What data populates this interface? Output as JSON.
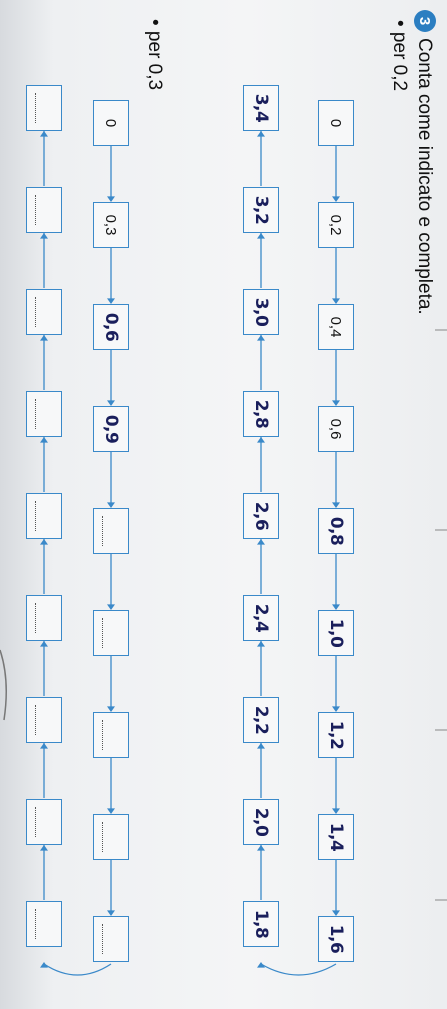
{
  "exercise": {
    "number": "3",
    "instruction": "Conta come indicato e completa."
  },
  "part1": {
    "label": "• per 0,2",
    "row1": [
      "0",
      "0,2",
      "0,4",
      "0,6",
      "0,8",
      "1,0",
      "1,2",
      "1,4",
      "1,6"
    ],
    "row2": [
      "3,4",
      "3,2",
      "3,0",
      "2,8",
      "2,6",
      "2,4",
      "2,2",
      "2,0",
      "1,8"
    ]
  },
  "part2": {
    "label": "• per 0,3",
    "row1": [
      "0",
      "0,3",
      "0,6",
      "0,9",
      "",
      "",
      "",
      "",
      ""
    ],
    "row2": [
      "",
      "",
      "",
      "",
      "",
      "",
      "",
      "",
      ""
    ]
  },
  "colors": {
    "box_border": "#3a89c9",
    "badge": "#2b7ec1",
    "handwriting": "#1a1f5c"
  }
}
